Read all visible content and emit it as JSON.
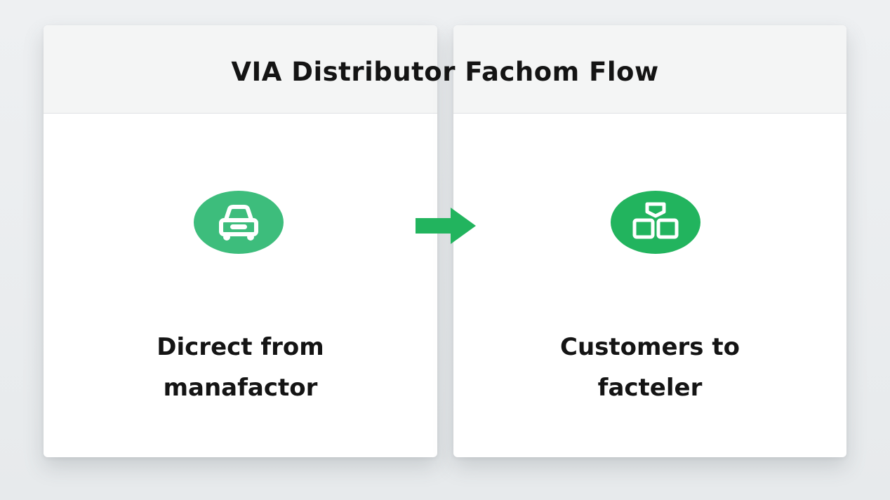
{
  "diagram": {
    "title_part1": "VIA Distributor",
    "title_part2": "Fachom Flow",
    "steps": [
      {
        "icon": "car-icon",
        "label_line1": "Dicrect from",
        "label_line2": "manafactor"
      },
      {
        "icon": "blocks-icon",
        "label_line1": "Customers to",
        "label_line2": "facteler"
      }
    ],
    "connector": "arrow-right-icon"
  },
  "colors": {
    "accent_green": "#22b45e",
    "icon_green_light": "#3dbd7c",
    "text": "#141414",
    "card_bg": "#ffffff",
    "header_bg": "#f4f5f5"
  }
}
